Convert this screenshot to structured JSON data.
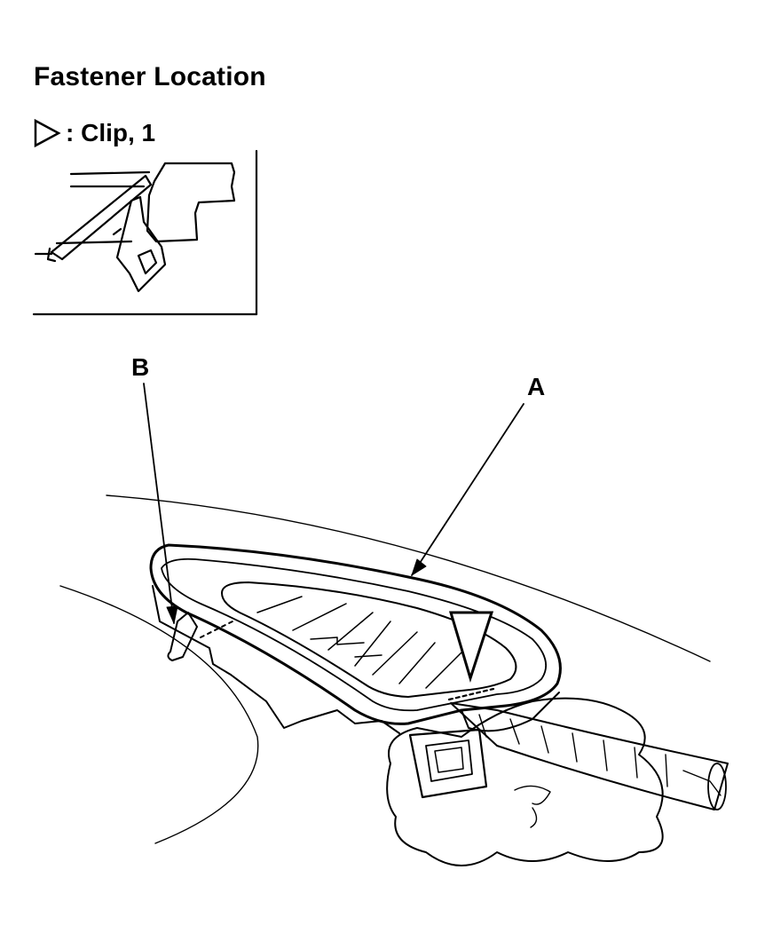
{
  "header": {
    "title": "Fastener Location"
  },
  "legend": {
    "symbol_icon": "triangle-outline-icon",
    "label": ": Clip, 1"
  },
  "callouts": {
    "a": "A",
    "b": "B"
  },
  "colors": {
    "ink": "#000000",
    "paper": "#ffffff"
  }
}
